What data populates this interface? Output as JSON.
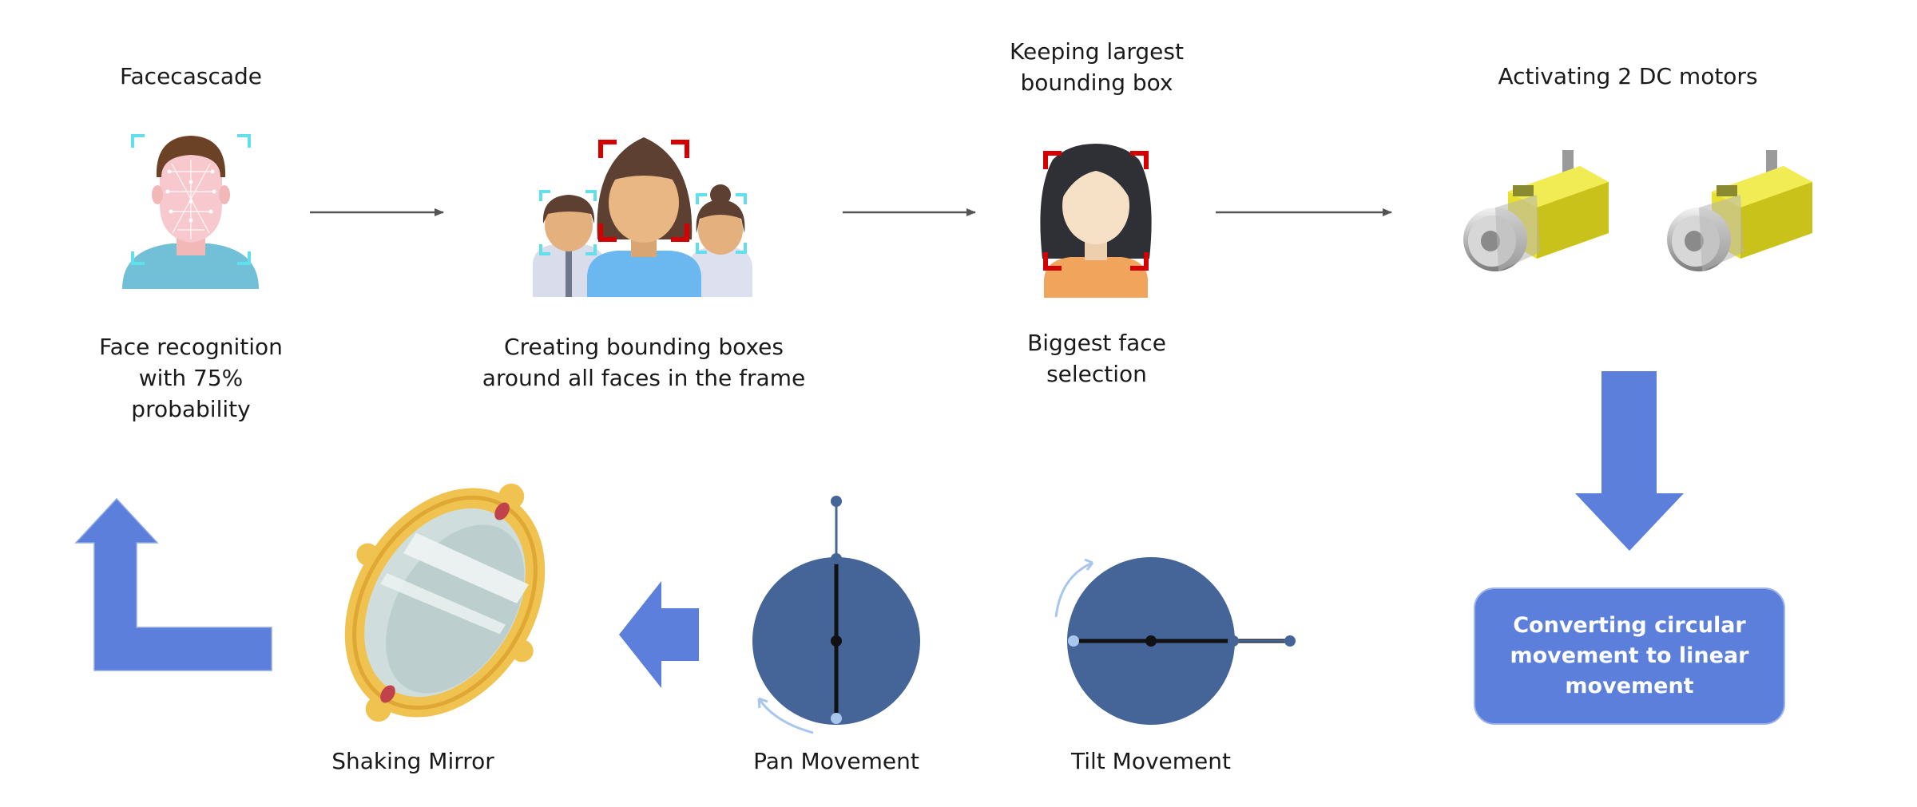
{
  "steps": {
    "facecascade": {
      "title": "Facecascade",
      "caption": "Face recognition with 75% probability"
    },
    "bounding_boxes": {
      "caption": "Creating bounding boxes around all faces in the frame"
    },
    "largest_box": {
      "title": "Keeping largest bounding box",
      "caption": "Biggest face selection"
    },
    "motors": {
      "title": "Activating 2 DC motors"
    },
    "converting": {
      "label": "Converting circular movement to linear movement"
    },
    "tilt": {
      "caption": "Tilt Movement"
    },
    "pan": {
      "caption": "Pan Movement"
    },
    "mirror": {
      "caption": "Shaking Mirror"
    }
  },
  "colors": {
    "accent_blue": "#5b7fdb",
    "box_border": "#8fa8e8",
    "disk_blue": "#456598",
    "connector": "#555555",
    "bbox_red": "#d40000",
    "bbox_cyan": "#5fe0ec",
    "motor_yellow": "#e8e030",
    "mirror_gold": "#f0c24f"
  },
  "icons": [
    "face-scan-icon",
    "group-faces-icon",
    "woman-face-icon",
    "dc-motor-icon",
    "pan-disk-icon",
    "tilt-disk-icon",
    "mirror-icon",
    "arrow-down-icon",
    "arrow-left-icon",
    "arrow-turn-up-icon"
  ]
}
